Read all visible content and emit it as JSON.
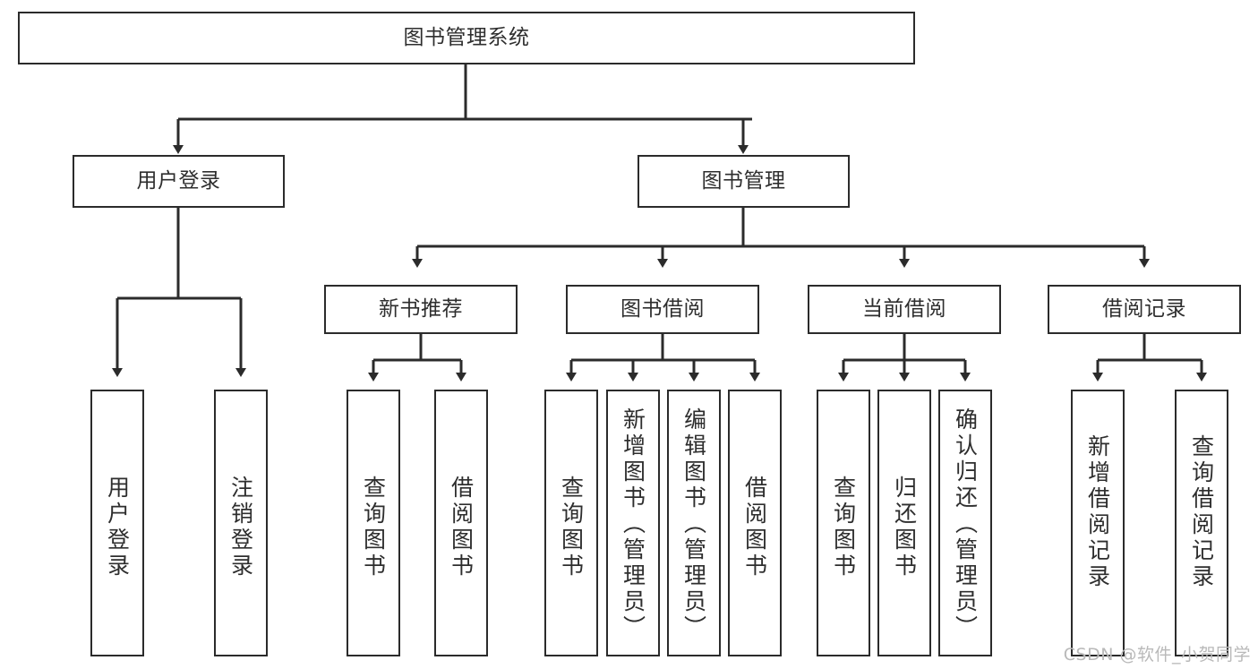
{
  "diagram": {
    "title": "图书管理系统",
    "type": "tree-hierarchy-chart",
    "background_color": "#ffffff",
    "box_border_color": "#2b2b2b",
    "text_color": "#2e2e2e",
    "edge_color": "#2b2b2b",
    "levels": [
      {
        "level": 0,
        "nodes": [
          {
            "id": "root",
            "label": "图书管理系统",
            "orientation": "horizontal"
          }
        ]
      },
      {
        "level": 1,
        "nodes": [
          {
            "id": "login",
            "label": "用户登录",
            "orientation": "horizontal",
            "parent": "root"
          },
          {
            "id": "bookmgmt",
            "label": "图书管理",
            "orientation": "horizontal",
            "parent": "root"
          }
        ]
      },
      {
        "level": 2,
        "nodes": [
          {
            "id": "newbook",
            "label": "新书推荐",
            "orientation": "horizontal",
            "parent": "bookmgmt"
          },
          {
            "id": "borrow",
            "label": "图书借阅",
            "orientation": "horizontal",
            "parent": "bookmgmt"
          },
          {
            "id": "current",
            "label": "当前借阅",
            "orientation": "horizontal",
            "parent": "bookmgmt"
          },
          {
            "id": "records",
            "label": "借阅记录",
            "orientation": "horizontal",
            "parent": "bookmgmt"
          }
        ]
      },
      {
        "level": 3,
        "nodes": [
          {
            "id": "leaf1",
            "label": "用户登录",
            "orientation": "vertical",
            "parent": "login"
          },
          {
            "id": "leaf2",
            "label": "注销登录",
            "orientation": "vertical",
            "parent": "login"
          },
          {
            "id": "leaf3",
            "label": "查询图书",
            "orientation": "vertical",
            "parent": "newbook"
          },
          {
            "id": "leaf4",
            "label": "借阅图书",
            "orientation": "vertical",
            "parent": "newbook"
          },
          {
            "id": "leaf5",
            "label": "查询图书",
            "orientation": "vertical",
            "parent": "borrow"
          },
          {
            "id": "leaf6",
            "label": "新增图书（管理员）",
            "orientation": "vertical",
            "parent": "borrow"
          },
          {
            "id": "leaf7",
            "label": "编辑图书（管理员）",
            "orientation": "vertical",
            "parent": "borrow"
          },
          {
            "id": "leaf8",
            "label": "借阅图书",
            "orientation": "vertical",
            "parent": "borrow"
          },
          {
            "id": "leaf9",
            "label": "查询图书",
            "orientation": "vertical",
            "parent": "current"
          },
          {
            "id": "leaf10",
            "label": "归还图书",
            "orientation": "vertical",
            "parent": "current"
          },
          {
            "id": "leaf11",
            "label": "确认归还（管理员）",
            "orientation": "vertical",
            "parent": "current"
          },
          {
            "id": "leaf12",
            "label": "新增借阅记录",
            "orientation": "vertical",
            "parent": "records"
          },
          {
            "id": "leaf13",
            "label": "查询借阅记录",
            "orientation": "vertical",
            "parent": "records"
          }
        ]
      }
    ]
  },
  "watermark": {
    "text": "CSDN @软件_小贺同学"
  }
}
